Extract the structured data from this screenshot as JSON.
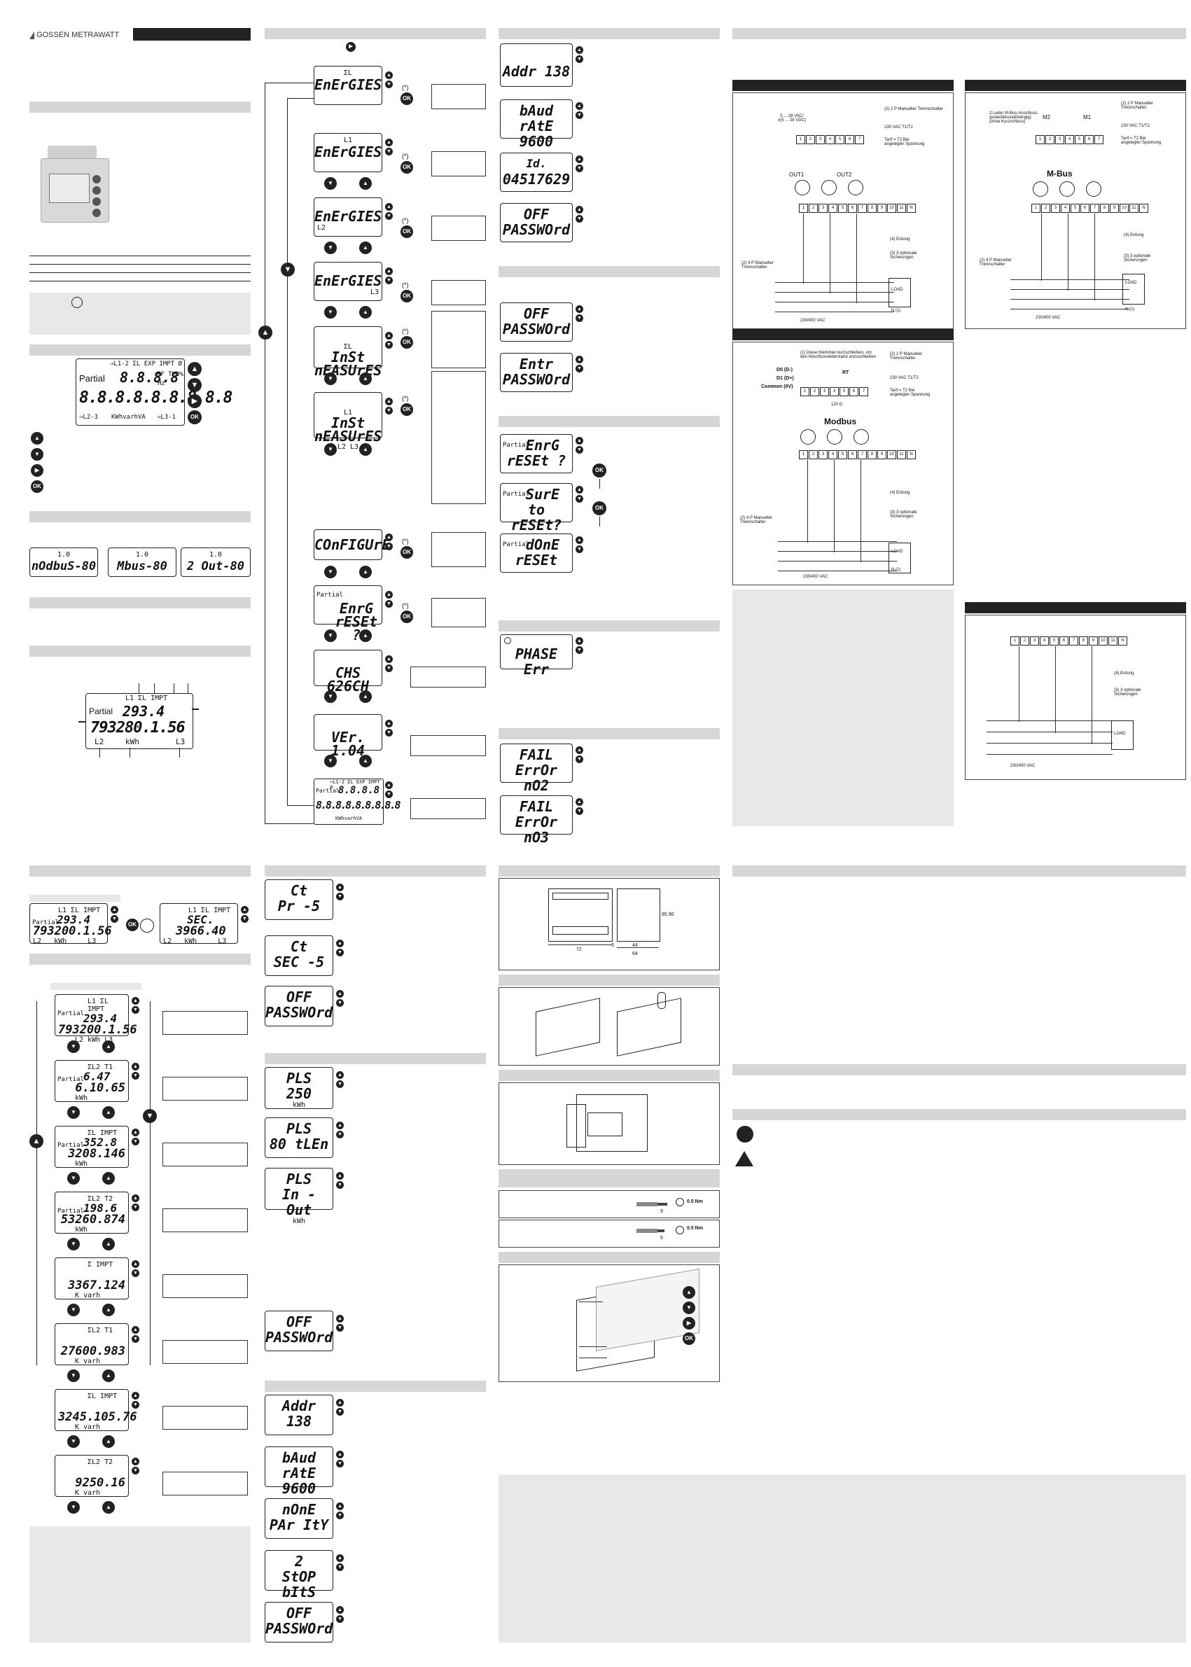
{
  "brand": {
    "name": "GOSSEN METRAWATT"
  },
  "keys": {
    "up": "▲",
    "down": "▼",
    "right": "▶",
    "ok": "OK"
  },
  "front_display": {
    "partial": "Partial",
    "top_row": "8.8.8.8",
    "top_flags": "⇒L1-2 ΣL EXP IMPT Ø",
    "units_right": "PF THD%",
    "hz": "Hz",
    "main_row": "8.8.8.8.8.8.8.8.8",
    "bottom_left": "⇒L2-3",
    "bottom_units": "KWhvarhVA",
    "bottom_right": "⇒L3-1"
  },
  "variants": [
    {
      "id": "1.0",
      "name": "nOdbuS-80"
    },
    {
      "id": "1.0",
      "name": "Mbus-80"
    },
    {
      "id": "1.0",
      "name": "2 Out-80"
    }
  ],
  "explain_display": {
    "labels_top": "L1  ΣL   IMPT",
    "partial": "Partial",
    "value_top": "293.4",
    "value_main": "793280.1.56",
    "bottom_left": "L2",
    "bottom_units": "kWh",
    "bottom_right": "L3"
  },
  "menu": {
    "items": [
      {
        "top": "ΣL",
        "text": "EnErGIES",
        "sub": ""
      },
      {
        "top": "L1",
        "text": "EnErGIES",
        "sub": ""
      },
      {
        "top": "",
        "text": "EnErGIES",
        "sub": "L2"
      },
      {
        "top": "",
        "text": "EnErGIES",
        "sub": "L3"
      },
      {
        "top": "ΣL",
        "text": "InSt\nnEASUrES",
        "sub": ""
      },
      {
        "top": "L1",
        "text": "InSt\nnEASUrES",
        "sub": "L2   L3"
      },
      {
        "top": "",
        "text": "COnFIGUrE",
        "sub": ""
      },
      {
        "top": "Partial",
        "text": "EnrG\nrESEt ?",
        "sub": ""
      },
      {
        "top": "",
        "text": "CHS\n626CH",
        "sub": ""
      },
      {
        "top": "",
        "text": "VEr.\n1.04",
        "sub": ""
      }
    ],
    "star_label": "(*)"
  },
  "comm_settings": [
    {
      "line1": "Addr    138",
      "line2": ""
    },
    {
      "line1": "bAud",
      "line2": "rAtE 9600"
    },
    {
      "line1": "Id.",
      "line2": "04517629"
    },
    {
      "line1": "OFF",
      "line2": "PASSWOrd"
    }
  ],
  "password_screens": [
    {
      "line1": "OFF",
      "line2": "PASSWOrd"
    },
    {
      "line1": "Entr",
      "line2": "PASSWOrd"
    }
  ],
  "reset_screens": [
    {
      "tag": "Partial",
      "line1": "EnrG",
      "line2": "rESEt ?"
    },
    {
      "tag": "Partial",
      "line1": "SurE",
      "line2": "to rESEt?"
    },
    {
      "tag": "Partial",
      "line1": "dOnE",
      "line2": "rESEt"
    }
  ],
  "phase_error": {
    "text": "PHASE Err"
  },
  "fail_screens": [
    {
      "line1": "FAIL",
      "line2": "ErrOr nO2"
    },
    {
      "line1": "FAIL",
      "line2": "ErrOr nO3"
    }
  ],
  "wiring": {
    "d1": {
      "supply": "5 ... 28 VAC/\n±(5 ... 28 VDC)",
      "out1": "OUT1",
      "out2": "OUT2",
      "tarif": "Tarif = T2 Bei angelegter Spannung",
      "vac": "230 VAC T1/T2",
      "breaker": "(2) 2 P Manueller Trennschalter",
      "earth": "(4) Erdung",
      "fuses": "(3) 3 optionale Sicherungen",
      "breaker4": "(2) 4 P Manueller Trennschalter",
      "load": "LOAD",
      "n": "N (1)",
      "voltage": "230/400 VAC"
    },
    "d2": {
      "title": "M-Bus",
      "conn": "2-Leiter M-Bus-Anschluss (polaritätsunabhängig) (ohne Kurzschluss)",
      "m1": "M1",
      "m2": "M2",
      "breaker": "(2) 2 P Manueller Trennschalter",
      "tarif": "Tarif = T2 Bei angelegter Spannung",
      "vac": "230 VAC T1/T2",
      "earth": "(4) Erdung",
      "fuses": "(3) 3 optionale Sicherungen",
      "breaker4": "(2) 4 P Manueller Trennschalter",
      "load": "LOAD",
      "n": "N (1)",
      "voltage": "230/400 VAC"
    },
    "d3": {
      "title": "Modbus",
      "note": "(1) Diese Klemmen kurzschließen, um den Abschlusswiderstand anzuschließen",
      "d0": "D0 (D-)",
      "d1": "D1 (D+)",
      "common": "Common (0V)",
      "rt": "RT",
      "ohm": "120 Ω",
      "breaker": "(2) 2 P Manueller Trennschalter",
      "vac": "230 VAC T1/T2",
      "tarif": "Tarif = T2 Bei angelegter Spannung",
      "earth": "(4) Erdung",
      "fuses": "(3) 3 optionale Sicherungen",
      "breaker4": "(2) 4 P Manueller Trennschalter",
      "load": "LOAD",
      "n": "N (1)",
      "voltage": "230/400 VAC"
    },
    "d4": {
      "earth": "(4) Erdung",
      "fuses": "(3) 3 optionale Sicherungen",
      "load": "LOAD",
      "voltage": "230/400 VAC"
    }
  },
  "secondary": {
    "left": {
      "flags": "L1  ΣL  IMPT",
      "tag": "Partial",
      "v1": "293.4",
      "v2": "793200.1.56",
      "bl": "L2",
      "bu": "kWh",
      "br": "L3"
    },
    "right": {
      "flags": "L1  ΣL  IMPT",
      "tag": "SEC.",
      "v2": "3966.40",
      "bl": "L2",
      "bu": "kWh",
      "br": "L3"
    },
    "ok": "OK"
  },
  "readings": [
    {
      "flags": "L1  ΣL  IMPT",
      "tag": "Partial",
      "v1": "293.4",
      "v2": "793200.1.56",
      "units": "L2   kWh   L3"
    },
    {
      "flags": "ΣL2  T1",
      "tag": "Partial",
      "v1": "6.47",
      "v2": "6.10.65",
      "units": "kWh"
    },
    {
      "flags": "ΣL  IMPT",
      "tag": "Partial",
      "v1": "352.8",
      "v2": "3208.146",
      "units": "kWh"
    },
    {
      "flags": "ΣL2  T2",
      "tag": "Partial",
      "v1": "198.6",
      "v2": "53260.874",
      "units": "kWh"
    },
    {
      "flags": "Σ   IMPT",
      "tag": "",
      "v1": "",
      "v2": "3367.124",
      "units": "K  varh"
    },
    {
      "flags": "ΣL2  T1",
      "tag": "",
      "v1": "",
      "v2": "27600.983",
      "units": "K  varh"
    },
    {
      "flags": "ΣL  IMPT",
      "tag": "",
      "v1": "",
      "v2": "3245.105.76",
      "units": "K  varh"
    },
    {
      "flags": "ΣL2  T2",
      "tag": "",
      "v1": "",
      "v2": "9250.16",
      "units": "K  varh"
    }
  ],
  "ct_screens": [
    {
      "line1": "Ct",
      "line2": "Pr      -5",
      "sub": ""
    },
    {
      "line1": "Ct",
      "line2": "SEC     -5",
      "sub": ""
    },
    {
      "line1": "OFF",
      "line2": "PASSWOrd",
      "sub": ""
    }
  ],
  "pls_screens": [
    {
      "line1": "PLS",
      "line2": "250",
      "sub": "kWh"
    },
    {
      "line1": "PLS",
      "line2": "80 tLEn",
      "sub": ""
    },
    {
      "line1": "PLS",
      "line2": "In - Out",
      "sub": "kWh"
    }
  ],
  "pls_password": {
    "line1": "OFF",
    "line2": "PASSWOrd"
  },
  "bus_screens": [
    {
      "line1": "Addr   138",
      "line2": ""
    },
    {
      "line1": "bAud",
      "line2": "rAtE 9600"
    },
    {
      "line1": "nOnE",
      "line2": "PAr ItY"
    },
    {
      "line1": "2",
      "line2": "StOP bItS"
    },
    {
      "line1": "OFF",
      "line2": "PASSWOrd"
    }
  ],
  "dimensions": {
    "h": "85.90",
    "w1": "72",
    "w2": "6",
    "w3": "44",
    "w4": "64"
  },
  "torque": [
    {
      "strip": "9",
      "torque": "0.5 Nm"
    },
    {
      "strip": "6",
      "torque": "0.5 Nm"
    }
  ]
}
